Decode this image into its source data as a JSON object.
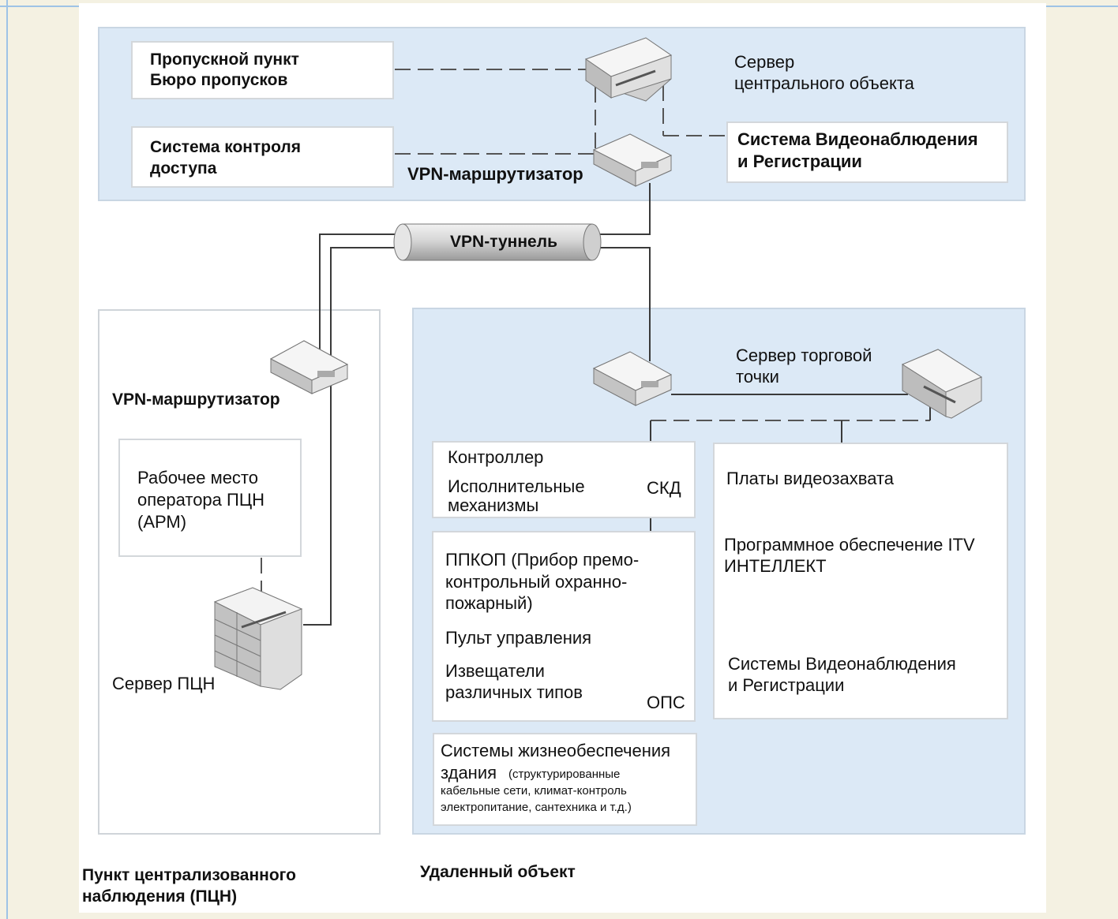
{
  "central": {
    "checkpoint_line1": "Пропускной пункт",
    "checkpoint_line2": "Бюро пропусков",
    "access_control_line1": "Система контроля",
    "access_control_line2": "доступа",
    "server_line1": "Сервер",
    "server_line2": "центрального объекта",
    "video_line1": "Система Видеонаблюдения",
    "video_line2": "и Регистрации",
    "vpn_router": "VPN-маршрутизатор"
  },
  "tunnel": {
    "label": "VPN-туннель"
  },
  "pcn": {
    "vpn_router": "VPN-маршрутизатор",
    "workstation_line1": "Рабочее место",
    "workstation_line2": "оператора ПЦН",
    "workstation_line3": "(АРМ)",
    "server": "Сервер ПЦН",
    "caption_line1": "Пункт централизованного",
    "caption_line2": "наблюдения (ПЦН)"
  },
  "remote": {
    "server_line1": "Сервер торговой",
    "server_line2": "точки",
    "skd": {
      "controller": "Контроллер",
      "actuators_line1": "Исполнительные",
      "actuators_line2": "механизмы",
      "tag": "СКД"
    },
    "ops": {
      "ppkop_line1": "ППКОП (Прибор премо-",
      "ppkop_line2": "контрольный охранно-",
      "ppkop_line3": "пожарный)",
      "control_panel": "Пульт управления",
      "detectors_line1": "Извещатели",
      "detectors_line2": "различных типов",
      "tag": "ОПС"
    },
    "life_support": {
      "title_line1": "Системы жизнеобеспечения",
      "title_line2": "здания",
      "note_line1": "(структурированные",
      "note_line2": "кабельные сети, климат-контроль",
      "note_line3": "электропитание, сантехника и т.д.)"
    },
    "video": {
      "capture_boards": "Платы видеозахвата",
      "software_line1": "Программное обеспечение ITV",
      "software_line2": "ИНТЕЛЛЕКТ",
      "systems_line1": "Системы Видеонаблюдения",
      "systems_line2": "и Регистрации"
    },
    "caption": "Удаленный объект"
  }
}
